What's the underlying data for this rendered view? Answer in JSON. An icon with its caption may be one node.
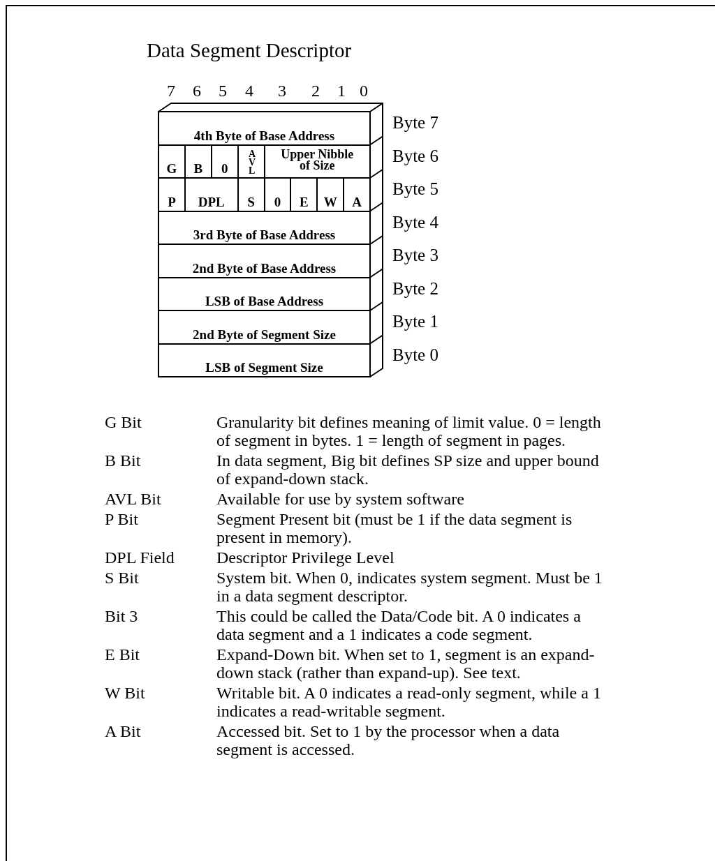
{
  "diagram": {
    "title": "Data Segment Descriptor",
    "nodes": [
      {
        "text": [
          "4th Byte of Base Address"
        ]
      },
      {
        "text": [
          "G"
        ]
      },
      {
        "text": [
          "B"
        ]
      },
      {
        "text": [
          "0"
        ]
      },
      {
        "text": [
          "AVL"
        ]
      },
      {
        "text": [
          "Upper Nibble of Size"
        ]
      },
      {
        "text": [
          "P"
        ]
      },
      {
        "text": [
          "DPL"
        ]
      },
      {
        "text": [
          "S"
        ]
      },
      {
        "text": [
          "0"
        ]
      },
      {
        "text": [
          "E"
        ]
      },
      {
        "text": [
          "W"
        ]
      },
      {
        "text": [
          "A"
        ]
      },
      {
        "text": [
          "3rd Byte of Base Address"
        ]
      },
      {
        "text": [
          "2nd Byte of Base Address"
        ]
      },
      {
        "text": [
          "LSB of Base Address"
        ]
      },
      {
        "text": [
          "2nd Byte of Segment Size"
        ]
      },
      {
        "text": [
          "LSB of Segment Size"
        ]
      }
    ],
    "labels": [
      "7",
      "6",
      "5",
      "4",
      "3",
      "2",
      "1",
      "0",
      "Byte 7",
      "Byte 6",
      "Byte 5",
      "Byte 4",
      "Byte 3",
      "Byte 2",
      "Byte 1",
      "Byte 0",
      "G Bit",
      "Granularity bit defines meaning of limit value. 0 = length of segment in bytes. 1 = length of segment in pages.",
      "B Bit",
      "In data segment, Big bit defines SP size and upper bound of expand-down stack.",
      "AVL Bit",
      "Available for use by system software",
      "P Bit",
      "Segment Present bit (must be 1 if the data segment is present in memory).",
      "DPL Field",
      "Descriptor Privilege Level",
      "S Bit",
      "System bit. When 0, indicates system segment. Must be 1 in a data segment descriptor.",
      "Bit 3",
      "This could be called the Data/Code bit. A 0 indicates a data segment and a 1 indicates a code segment.",
      "E Bit",
      "Expand-Down bit. When set to 1, segment is an expand-down stack (rather than expand-up). See text.",
      "W Bit",
      "Writable bit. A 0 indicates a read-only segment, while a 1 indicates a read-writable segment.",
      "A Bit",
      "Accessed bit. Set to 1 by the processor when a data segment is accessed."
    ]
  }
}
